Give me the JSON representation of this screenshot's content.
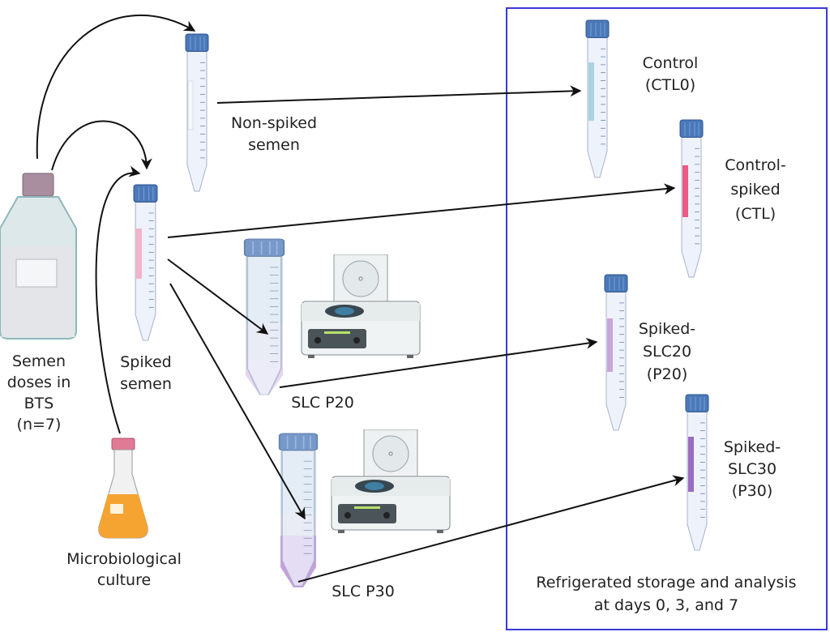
{
  "labels": {
    "bottle": [
      "Semen",
      "doses in",
      "BTS",
      "(n=7)"
    ],
    "non_spiked": [
      "Non-spiked",
      "semen"
    ],
    "spiked": [
      "Spiked",
      "semen"
    ],
    "culture": [
      "Microbiological",
      "culture"
    ],
    "slc_p20": "SLC P20",
    "slc_p30": "SLC P30",
    "ctl0": [
      "Control",
      "(CTL0)"
    ],
    "ctl": [
      "Control-",
      "spiked",
      "(CTL)"
    ],
    "p20": [
      "Spiked-",
      "SLC20",
      "(P20)"
    ],
    "p30": [
      "Spiked-",
      "SLC30",
      "(P30)"
    ],
    "storage": [
      "Refrigerated storage and analysis",
      "at days 0, 3, and 7"
    ]
  },
  "colors": {
    "box_border": "#3a3ad8",
    "tube_cap": "#4a78b8",
    "control_stripe": "#a9d3df",
    "spiked_stripe": "#ec5a86",
    "p20_stripe": "#c9a6d8",
    "p30_stripe": "#9b6cc4",
    "flask_liquid": "#f5a431"
  }
}
